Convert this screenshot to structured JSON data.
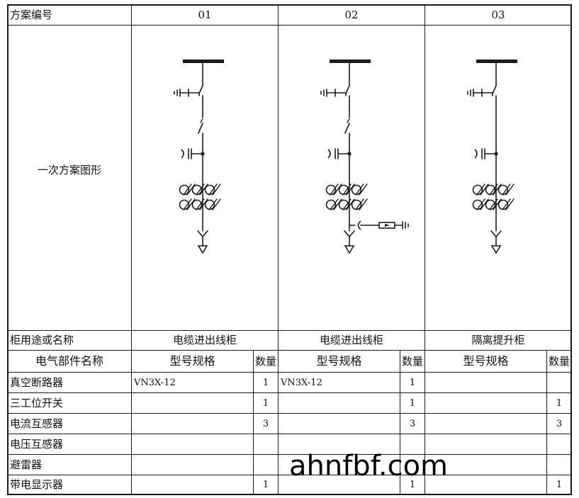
{
  "header": {
    "scheme_no_label": "方案编号",
    "schemes": [
      "01",
      "02",
      "03"
    ]
  },
  "diagram_row": {
    "label": "一次方案图形"
  },
  "purpose_row": {
    "label": "柜用途或名称",
    "values": [
      "电缆进出线柜",
      "电缆进出线柜",
      "隔离提升柜"
    ]
  },
  "component_header": {
    "label": "电气部件名称",
    "model_label": "型号规格",
    "qty_label": "数量"
  },
  "components": [
    {
      "name": "真空断路器",
      "cells": [
        {
          "model": "VN3X-12",
          "qty": "1"
        },
        {
          "model": "VN3X-12",
          "qty": "1"
        },
        {
          "model": "",
          "qty": ""
        }
      ]
    },
    {
      "name": "三工位开关",
      "cells": [
        {
          "model": "",
          "qty": "1"
        },
        {
          "model": "",
          "qty": "1"
        },
        {
          "model": "",
          "qty": "1"
        }
      ]
    },
    {
      "name": "电流互感器",
      "cells": [
        {
          "model": "",
          "qty": "3"
        },
        {
          "model": "",
          "qty": "3"
        },
        {
          "model": "",
          "qty": "3"
        }
      ]
    },
    {
      "name": "电压互感器",
      "cells": [
        {
          "model": "",
          "qty": ""
        },
        {
          "model": "",
          "qty": ""
        },
        {
          "model": "",
          "qty": ""
        }
      ]
    },
    {
      "name": "避雷器",
      "cells": [
        {
          "model": "",
          "qty": ""
        },
        {
          "model": "",
          "qty": ""
        },
        {
          "model": "",
          "qty": ""
        }
      ]
    },
    {
      "name": "带电显示器",
      "cells": [
        {
          "model": "",
          "qty": "1"
        },
        {
          "model": "",
          "qty": "1"
        },
        {
          "model": "",
          "qty": "1"
        }
      ]
    }
  ],
  "watermark": "ahnfbf.com",
  "colors": {
    "line": "#1a1a1a",
    "background": "#ffffff"
  }
}
